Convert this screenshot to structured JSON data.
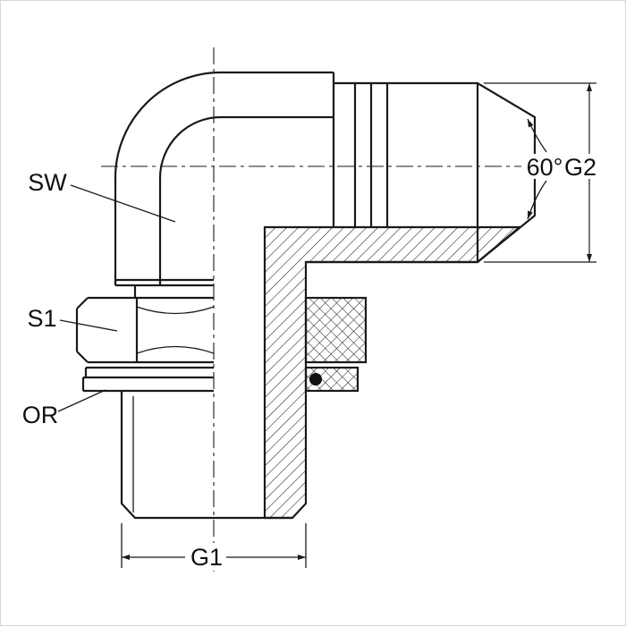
{
  "labels": {
    "sw": "SW",
    "s1": "S1",
    "or": "OR"
  },
  "dimensions": {
    "g1": "G1",
    "g2": "G2",
    "cone_angle": "60°"
  },
  "colors": {
    "line": "#1a1a1a",
    "background": "#ffffff"
  }
}
